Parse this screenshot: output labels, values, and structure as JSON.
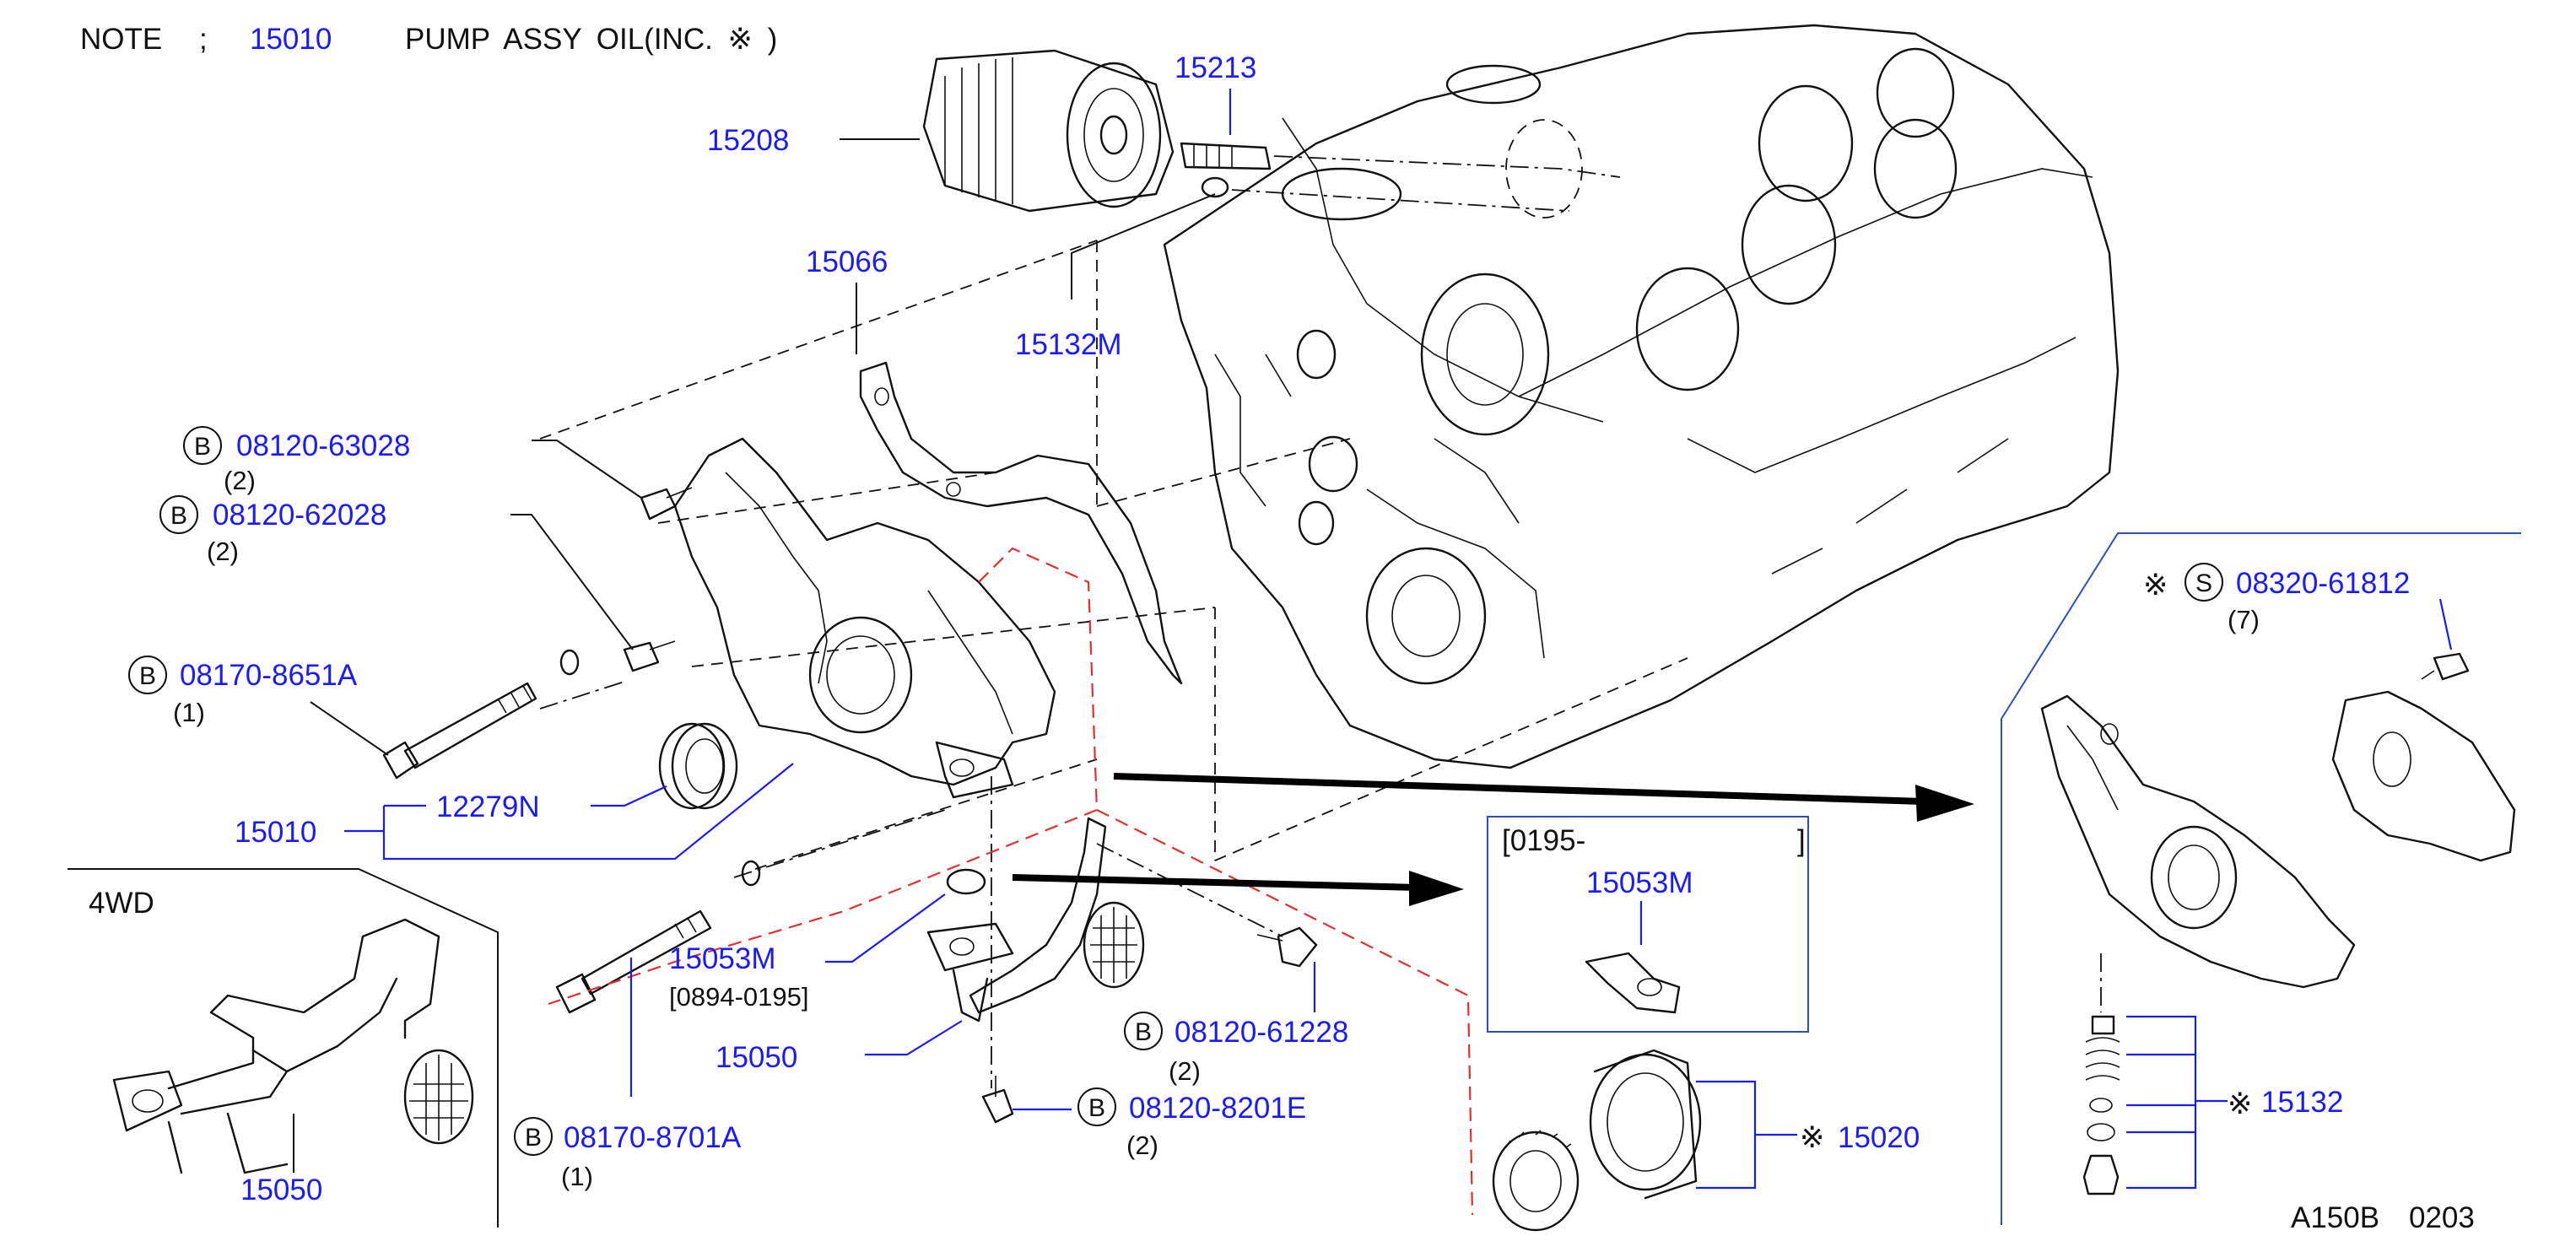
{
  "note": {
    "prefix": "NOTE",
    "separator": ";",
    "part_no": "15010",
    "text": "PUMP ASSY OIL(INC. ※ )"
  },
  "callouts": {
    "p15208": "15208",
    "p15213": "15213",
    "p15066": "15066",
    "p15132m": "15132M",
    "b1_code": "B",
    "b1_part": "08120-63028",
    "b1_qty": "(2)",
    "b2_code": "B",
    "b2_part": "08120-62028",
    "b2_qty": "(2)",
    "b3_code": "B",
    "b3_part": "08170-8651A",
    "b3_qty": "(1)",
    "p12279n": "12279N",
    "p15010": "15010",
    "section_4wd": "4WD",
    "p15053m_left": "15053M",
    "p15053m_left_range": "[0894-0195]",
    "p15050_main": "15050",
    "p15050_4wd": "15050",
    "b4_code": "B",
    "b4_part": "08170-8701A",
    "b4_qty": "(1)",
    "b5_code": "B",
    "b5_part": "08120-61228",
    "b5_qty": "(2)",
    "b6_code": "B",
    "b6_part": "08120-8201E",
    "b6_qty": "(2)",
    "inset_range_open": "[0195-",
    "inset_range_close": "]",
    "p15053m_inset": "15053M",
    "mark_15020": "※",
    "p15020": "15020",
    "mark_s1": "※",
    "s1_code": "S",
    "s1_part": "08320-61812",
    "s1_qty": "(7)",
    "mark_15132": "※",
    "p15132": "15132",
    "diagram_code": "A150B",
    "diagram_date": "0203"
  },
  "colors": {
    "label_blue": "#1a1aff",
    "line_black": "#111111",
    "phantom_red": "#e03030",
    "panel_blue": "#2d4fb8"
  }
}
